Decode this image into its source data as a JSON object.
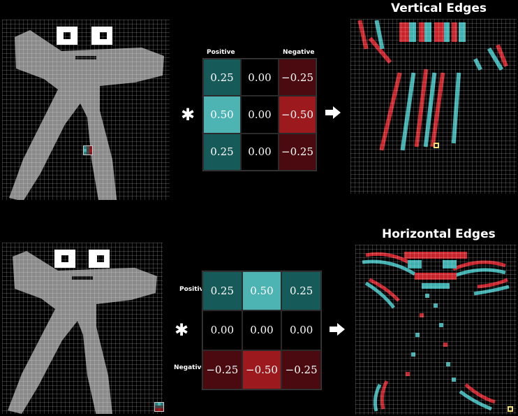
{
  "vertical": {
    "title": "Vertical Edges",
    "positive_label": "Positive",
    "negative_label": "Negative",
    "operator_glyph": "✱",
    "kernel": [
      [
        "0.25",
        "0.00",
        "−0.25"
      ],
      [
        "0.50",
        "0.00",
        "−0.50"
      ],
      [
        "0.25",
        "0.00",
        "−0.25"
      ]
    ],
    "kernel_colors": [
      [
        "#165a5a",
        "#000000",
        "#4a0a0f"
      ],
      [
        "#4db3b3",
        "#000000",
        "#9c1a1e"
      ],
      [
        "#165a5a",
        "#000000",
        "#4a0a0f"
      ]
    ]
  },
  "horizontal": {
    "title": "Horizontal Edges",
    "positive_label": "Positive",
    "negative_label": "Negative",
    "operator_glyph": "✱",
    "kernel": [
      [
        "0.25",
        "0.50",
        "0.25"
      ],
      [
        "0.00",
        "0.00",
        "0.00"
      ],
      [
        "−0.25",
        "−0.50",
        "−0.25"
      ]
    ],
    "kernel_colors": [
      [
        "#165a5a",
        "#4db3b3",
        "#165a5a"
      ],
      [
        "#000000",
        "#000000",
        "#000000"
      ],
      [
        "#4a0a0f",
        "#9c1a1e",
        "#4a0a0f"
      ]
    ]
  },
  "colors": {
    "figure": "#8a8a8a",
    "positive": "#3fb0b0",
    "negative": "#c8232a",
    "highlight": "#f4e26a"
  }
}
